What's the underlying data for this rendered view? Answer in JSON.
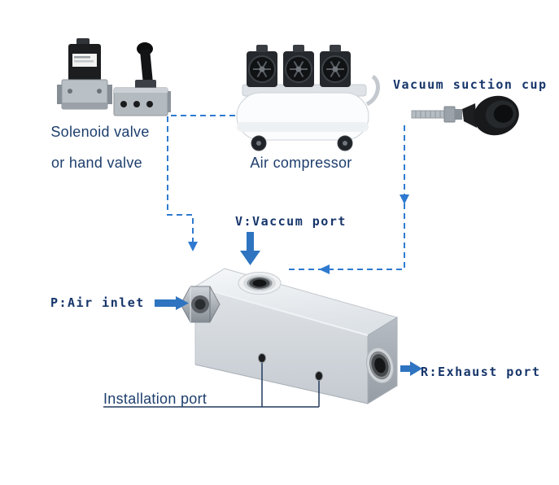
{
  "diagram": {
    "labels": {
      "solenoid_valve_line1": "Solenoid valve",
      "solenoid_valve_line2": "or hand valve",
      "air_compressor": "Air compressor",
      "vacuum_suction_cup": "Vacuum suction cup",
      "vacuum_port": "V:Vaccum port",
      "air_inlet": "P:Air inlet",
      "exhaust_port": "R:Exhaust port",
      "installation_port": "Installation port"
    },
    "colors": {
      "label_navy": "#1d3e6d",
      "mono_label_navy": "#16356a",
      "connector_blue": "#2f7ad0",
      "arrow_blue": "#2e74c0",
      "block_light_gray": "#dfe3e7",
      "block_dark_gray": "#989fa6",
      "cup_black": "#17191b"
    },
    "icons": {
      "solenoid_valve": "solenoid-valve-icon",
      "hand_valve": "hand-valve-icon",
      "air_compressor": "air-compressor-icon",
      "vacuum_suction_cup": "vacuum-suction-cup-icon",
      "vacuum_generator_block": "vacuum-generator-block",
      "supply_line": "dashed-supply-line",
      "vacuum_line": "dashed-vacuum-line",
      "vacuum_port_arrow": "down-arrow-icon",
      "air_inlet_arrow": "right-arrow-icon",
      "exhaust_port_arrow": "right-arrow-icon"
    }
  }
}
